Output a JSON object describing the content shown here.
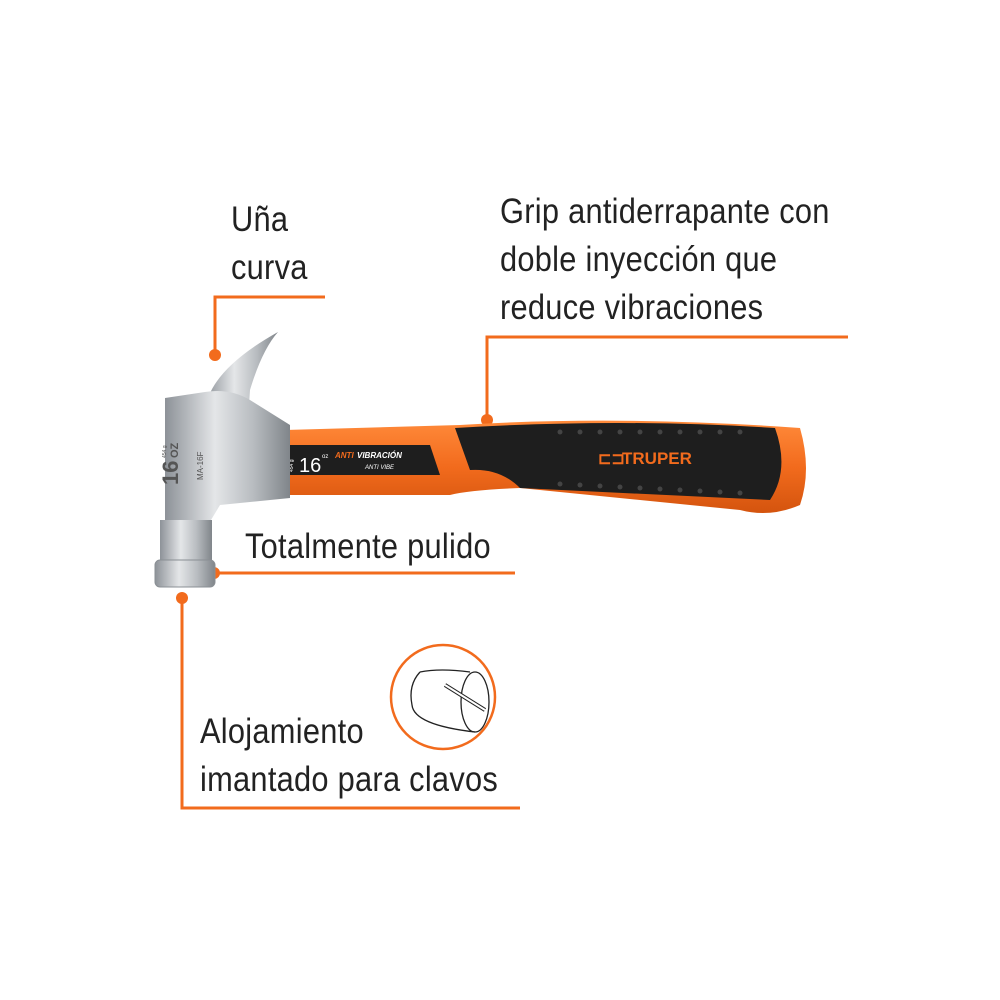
{
  "labels": {
    "claw": [
      "Uña",
      "curva"
    ],
    "grip": [
      "Grip antiderrapante con",
      "doble inyección que",
      "reduce vibraciones"
    ],
    "polished": "Totalmente pulido",
    "magnet": [
      "Alojamiento",
      "imantado para clavos"
    ]
  },
  "hammer": {
    "head_weight": "16",
    "head_unit": "OZ",
    "head_grams": "454 g",
    "head_model": "MA-16F",
    "handle_weight": "16",
    "handle_unit": "oz",
    "handle_grams": "454 g",
    "anti_prefix": "ANTI",
    "anti_main": "VIBRACIÓN",
    "anti_sub": "ANTI VIBE",
    "brand": "TRUPER"
  },
  "colors": {
    "accent": "#f26b1d",
    "grip": "#1e1e1e",
    "text": "#222222"
  }
}
